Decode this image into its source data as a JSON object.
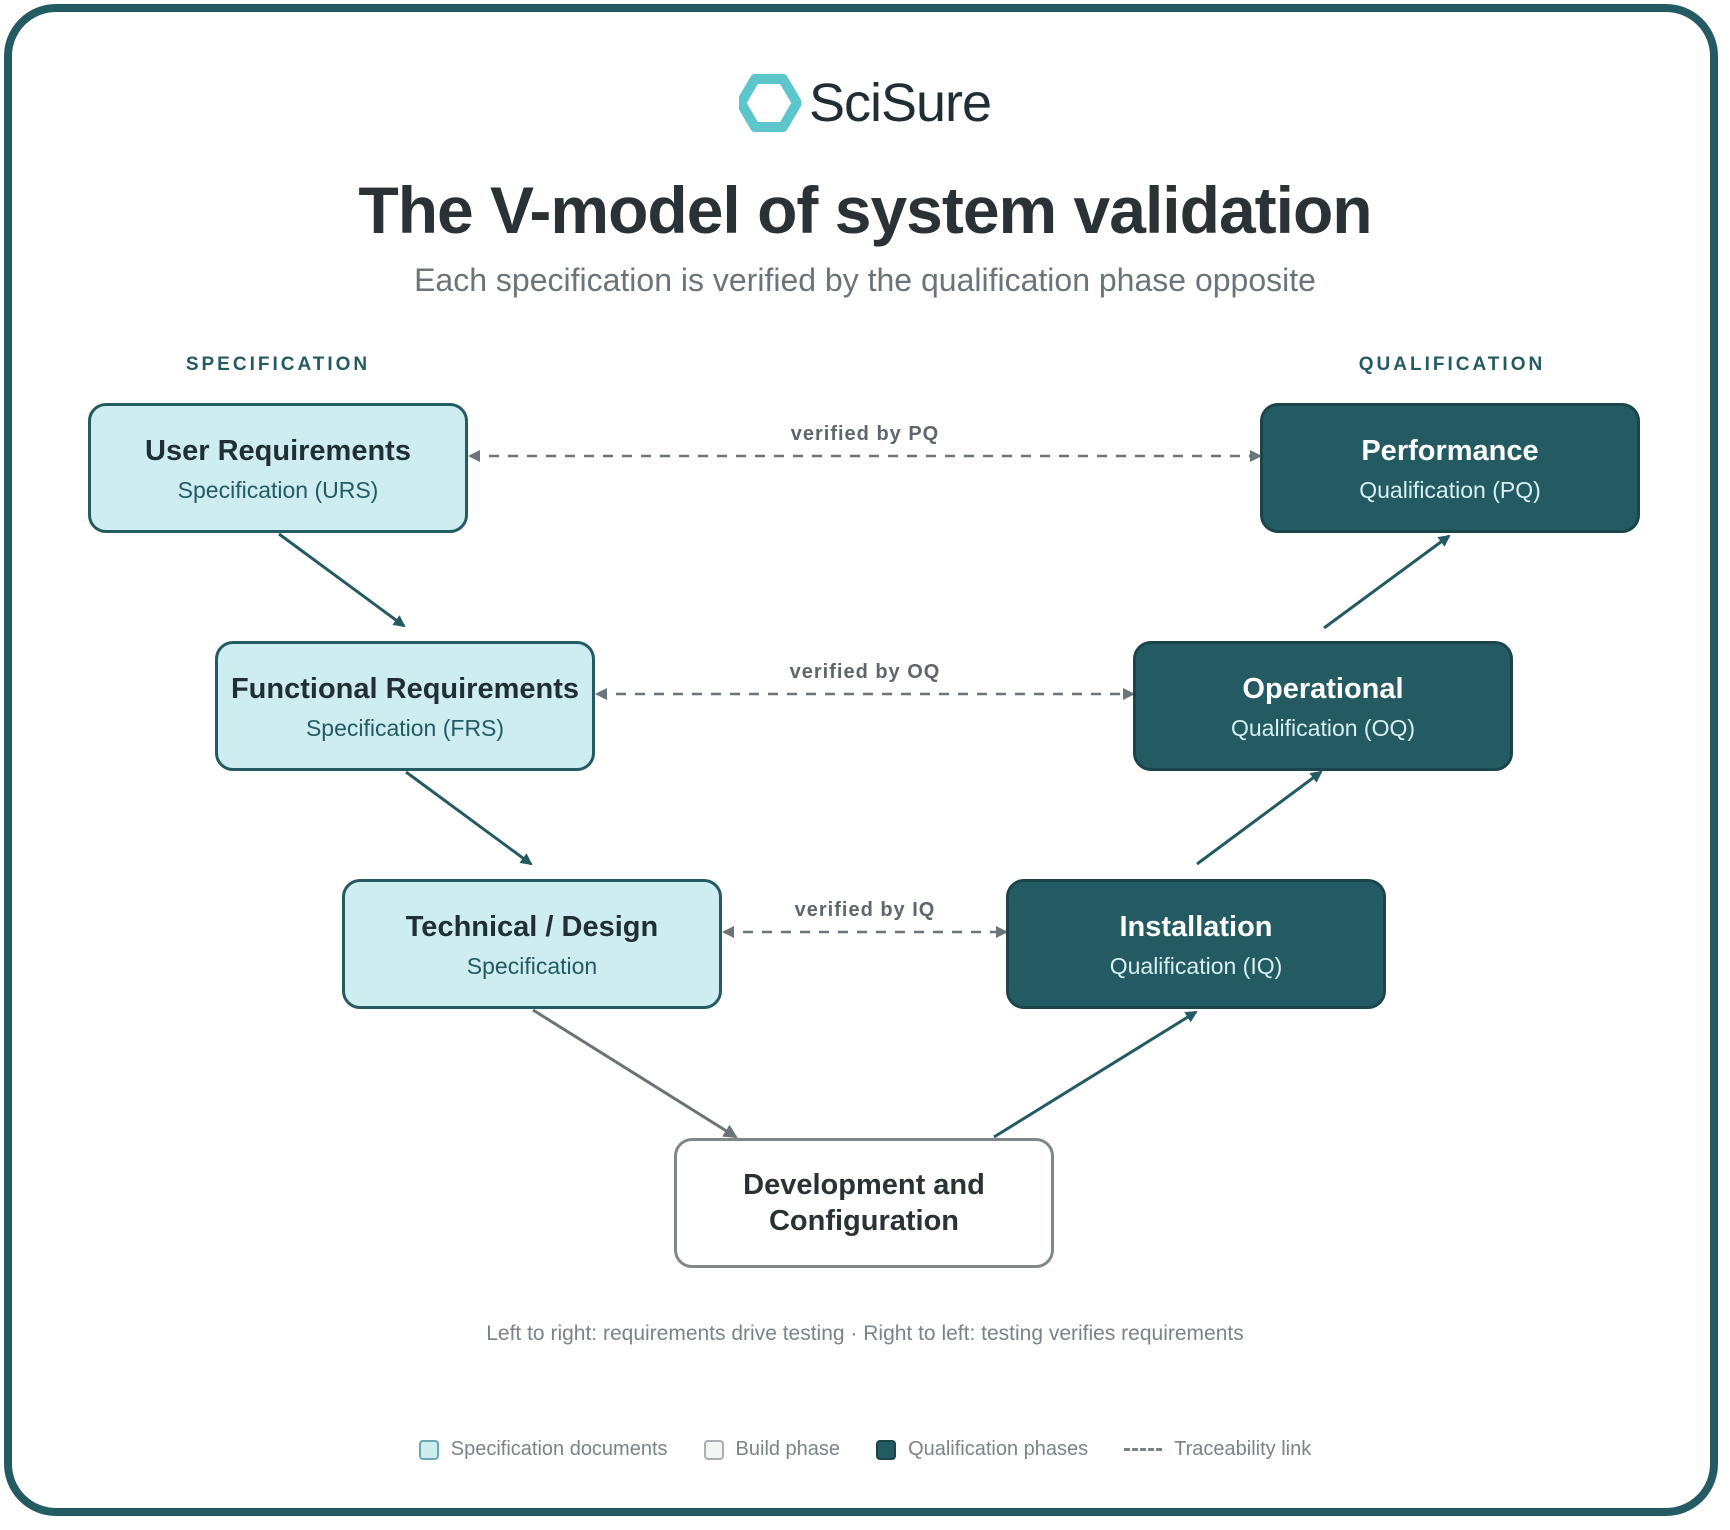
{
  "brand": {
    "name": "SciSure",
    "logo_icon": "scisure-hexagon-icon",
    "colors": {
      "teal_dark": "#245b63",
      "teal_light": "#cdedf0",
      "accent": "#5cc6cc"
    }
  },
  "header": {
    "title": "The V-model of system validation",
    "subtitle": "Each specification is verified by the qualification phase opposite"
  },
  "columns": {
    "left": "SPECIFICATION",
    "right": "QUALIFICATION"
  },
  "spec_boxes": [
    {
      "title": "User Requirements",
      "subtitle": "Specification (URS)"
    },
    {
      "title": "Functional Requirements",
      "subtitle": "Specification (FRS)"
    },
    {
      "title": "Technical / Design",
      "subtitle": "Specification"
    }
  ],
  "qual_boxes": [
    {
      "title": "Performance",
      "subtitle": "Qualification (PQ)"
    },
    {
      "title": "Operational",
      "subtitle": "Qualification (OQ)"
    },
    {
      "title": "Installation",
      "subtitle": "Qualification (IQ)"
    }
  ],
  "build_box": {
    "title_line1": "Development and",
    "title_line2": "Configuration"
  },
  "links": [
    "verified by PQ",
    "verified by OQ",
    "verified by IQ"
  ],
  "footnote": "Left to right: requirements drive testing · Right to left: testing verifies requirements",
  "legend": [
    {
      "label": "Specification documents"
    },
    {
      "label": "Build phase"
    },
    {
      "label": "Qualification phases"
    },
    {
      "label": "Traceability link"
    }
  ]
}
